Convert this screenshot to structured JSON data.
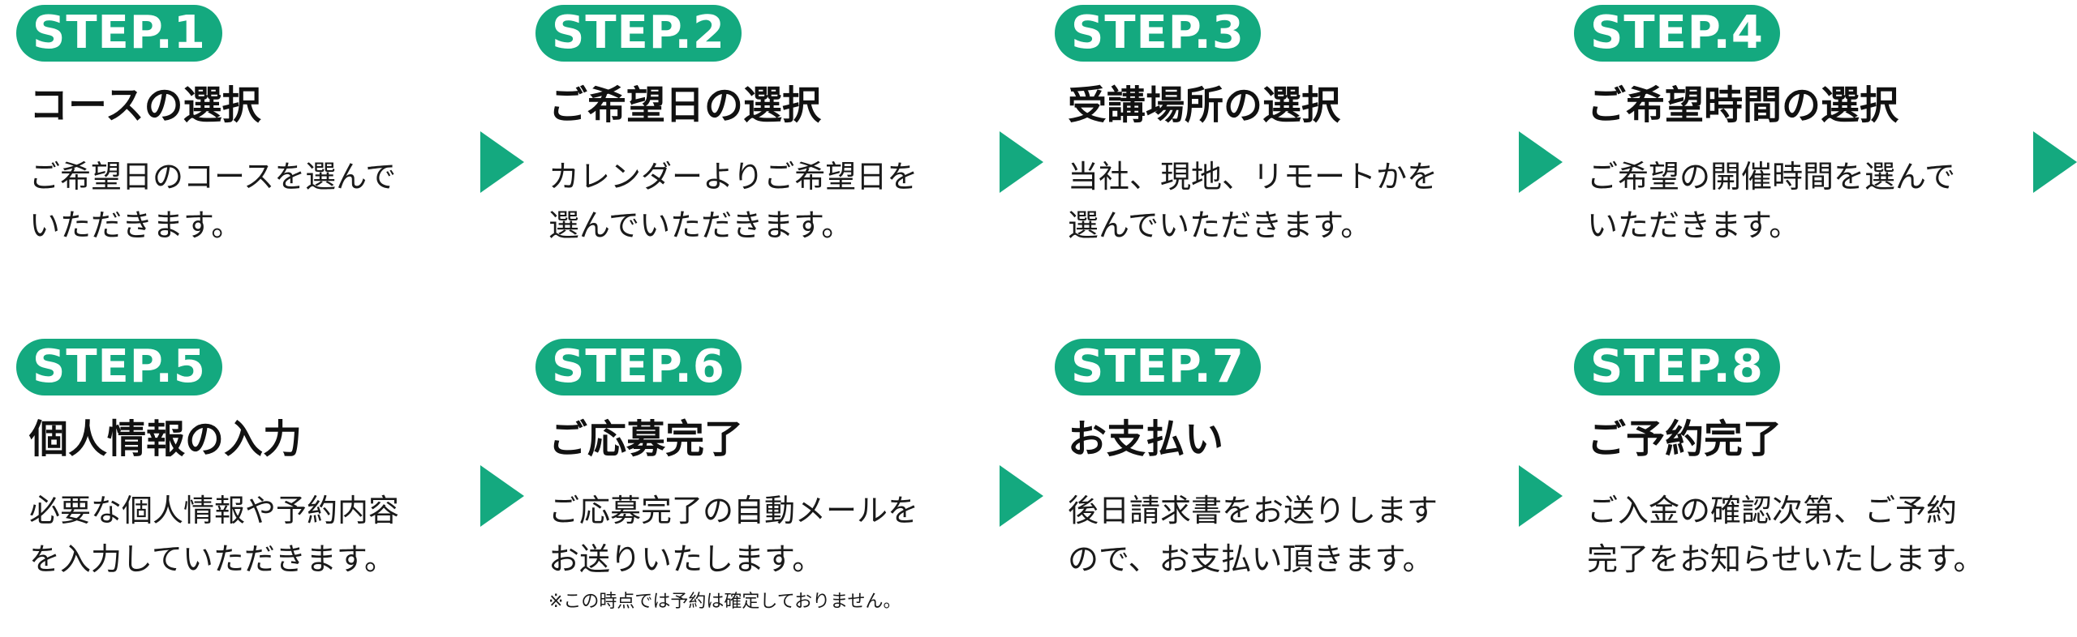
{
  "accent_color": "#14a97f",
  "steps": [
    {
      "badge": "STEP.1",
      "title": "コースの選択",
      "desc_line1": "ご希望日のコースを選んで",
      "desc_line2": "いただきます。"
    },
    {
      "badge": "STEP.2",
      "title": "ご希望日の選択",
      "desc_line1": "カレンダーよりご希望日を",
      "desc_line2": "選んでいただきます。"
    },
    {
      "badge": "STEP.3",
      "title": "受講場所の選択",
      "desc_line1": "当社、現地、リモートかを",
      "desc_line2": "選んでいただきます。"
    },
    {
      "badge": "STEP.4",
      "title": "ご希望時間の選択",
      "desc_line1": "ご希望の開催時間を選んで",
      "desc_line2": "いただきます。"
    },
    {
      "badge": "STEP.5",
      "title": "個人情報の入力",
      "desc_line1": "必要な個人情報や予約内容",
      "desc_line2": "を入力していただきます。"
    },
    {
      "badge": "STEP.6",
      "title": "ご応募完了",
      "desc_line1": "ご応募完了の自動メールを",
      "desc_line2": "お送りいたします。",
      "note": "※この時点では予約は確定しておりません。"
    },
    {
      "badge": "STEP.7",
      "title": "お支払い",
      "desc_line1": "後日請求書をお送りします",
      "desc_line2": "ので、お支払い頂きます。"
    },
    {
      "badge": "STEP.8",
      "title": "ご予約完了",
      "desc_line1": "ご入金の確認次第、ご予約",
      "desc_line2": "完了をお知らせいたします。"
    }
  ],
  "arrow_icon": "triangle-right-icon"
}
